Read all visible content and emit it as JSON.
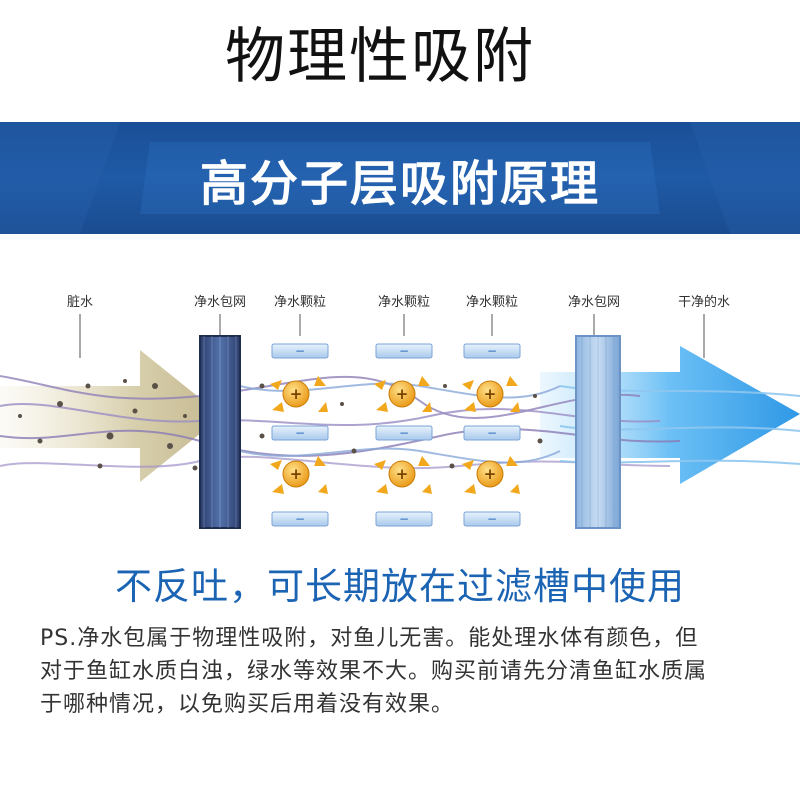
{
  "header": {
    "title": "物理性吸附"
  },
  "banner": {
    "title": "高分子层吸附原理"
  },
  "diagram": {
    "labels": {
      "dirty_water": "脏水",
      "filter_bag_left": "净水包网",
      "particles_1": "净水颗粒",
      "particles_2": "净水颗粒",
      "particles_3": "净水颗粒",
      "filter_bag_right": "净水包网",
      "clean_water": "干净的水"
    },
    "charges": {
      "positive": "+",
      "negative": "−"
    },
    "colors": {
      "dirty": "#c9bf9a",
      "clean": "#3aa0e8",
      "positive": "#f2a81d",
      "negative": "#2f7bd2",
      "banner": "#1f5aa6"
    }
  },
  "slogan": "不反吐，可长期放在过滤槽中使用",
  "note": {
    "lines": [
      "PS.净水包属于物理性吸附，对鱼儿无害。能处理水体有颜色，但",
      "对于鱼缸水质白浊，绿水等效果不大。购买前请先分清鱼缸水质属",
      "于哪种情况，以免购买后用着没有效果。"
    ]
  }
}
